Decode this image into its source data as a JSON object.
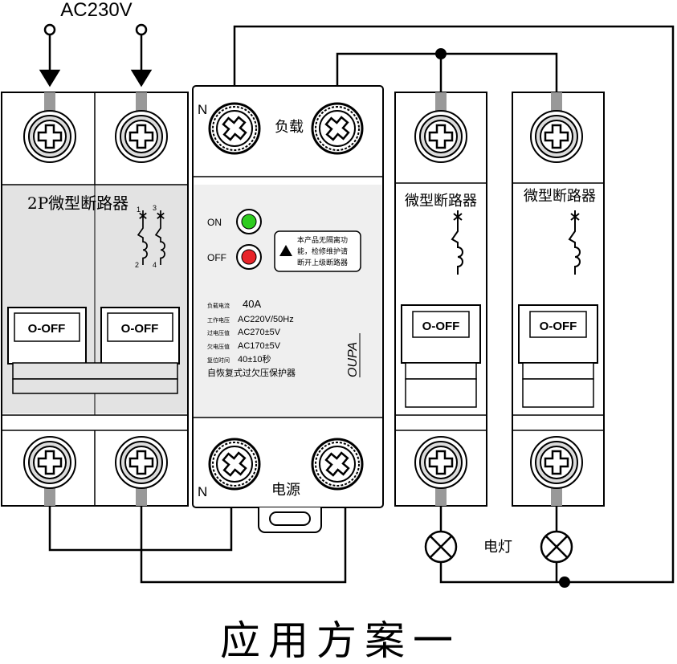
{
  "supply_label": "AC230V",
  "caption": "应用方案一",
  "breaker_2p": {
    "name": "2P微型断路器",
    "pole_numbers": [
      "1",
      "3",
      "2",
      "4"
    ],
    "lever_label": "O-OFF"
  },
  "protector": {
    "n_label_top": "N",
    "load_label": "负载",
    "n_label_bottom": "N",
    "source_label": "电源",
    "on_label": "ON",
    "off_label": "OFF",
    "on_led_color": "#2ecc1f",
    "off_led_color": "#e8242a",
    "warning_lines": [
      "本产品无隔离功",
      "能，检修维护请",
      "断开上级断路器"
    ],
    "specs": [
      {
        "label": "负载电流",
        "value": "40A"
      },
      {
        "label": "工作电压",
        "value": "AC220V/50Hz"
      },
      {
        "label": "过电压值",
        "value": "AC270±5V"
      },
      {
        "label": "欠电压值",
        "value": "AC170±5V"
      },
      {
        "label": "复位时间",
        "value": "40±10秒"
      }
    ],
    "product_name": "自恢复式过欠压保护器",
    "brand": "OUPA"
  },
  "breaker_1p_a": {
    "name": "微型断路器",
    "lever_label": "O-OFF"
  },
  "breaker_1p_b": {
    "name": "微型断路器",
    "lever_label": "O-OFF"
  },
  "lamp_label": "电灯"
}
